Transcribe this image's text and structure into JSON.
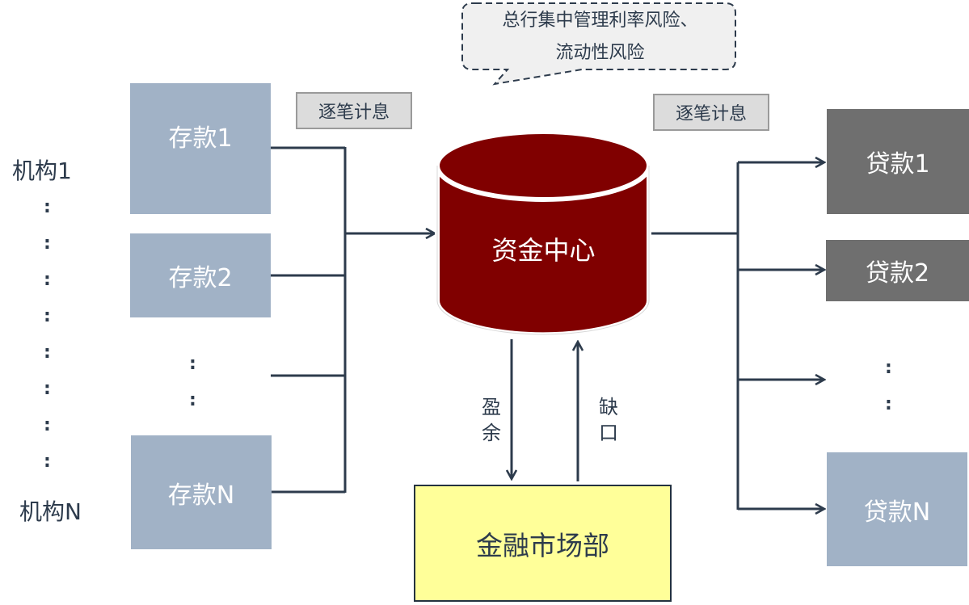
{
  "callout": {
    "line1": "总行集中管理利率风险、",
    "line2": "流动性风险"
  },
  "tags": {
    "left": "逐笔计息",
    "right": "逐笔计息"
  },
  "institutions": {
    "first": "机构1",
    "last": "机构N",
    "ellipsis": ":"
  },
  "deposits": [
    {
      "label": "存款1"
    },
    {
      "label": "存款2"
    },
    {
      "label": ":"
    },
    {
      "label": "存款N"
    }
  ],
  "center": {
    "label": "资金中心",
    "color": "#800000"
  },
  "loans": [
    {
      "label": "贷款1"
    },
    {
      "label": "贷款2"
    },
    {
      "label": ":"
    },
    {
      "label": "贷款N"
    }
  ],
  "flows": {
    "surplus": "盈余",
    "gap": "缺口"
  },
  "market": {
    "label": "金融市场部"
  },
  "colors": {
    "line": "#2d3b4c",
    "deposit_box": "#a1b2c6",
    "loan_dark": "#6f6f6f",
    "market_fill": "#ffff99",
    "tag_fill": "#dcdcdc"
  }
}
